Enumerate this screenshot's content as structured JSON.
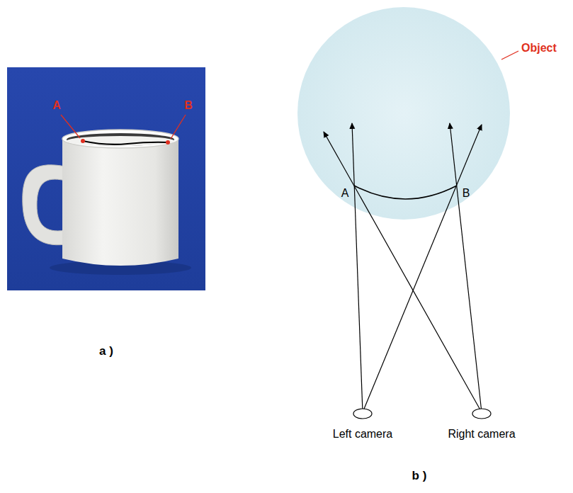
{
  "diagram": {
    "labels": [
      "A",
      "B",
      "a )",
      "Object",
      "A",
      "B",
      "Left camera",
      "Right camera",
      "b )"
    ]
  }
}
